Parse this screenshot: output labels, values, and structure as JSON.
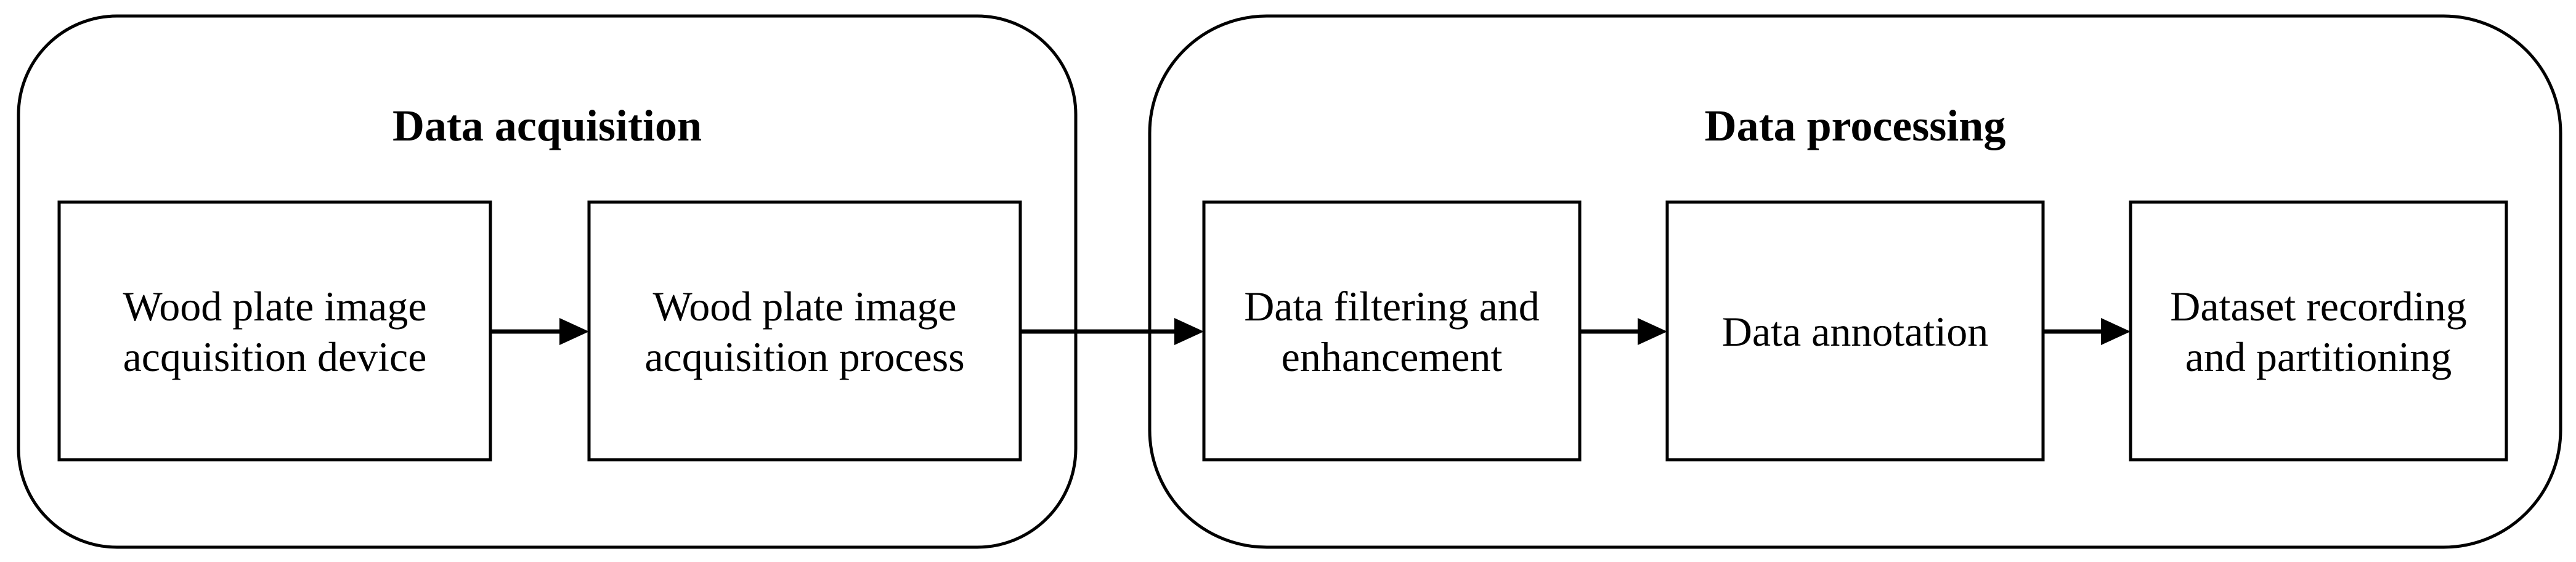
{
  "groups": {
    "acquisition": {
      "title": "Data acquisition",
      "steps": [
        {
          "line1": "Wood plate image",
          "line2": "acquisition device"
        },
        {
          "line1": "Wood plate image",
          "line2": "acquisition process"
        }
      ]
    },
    "processing": {
      "title": "Data processing",
      "steps": [
        {
          "line1": "Data filtering and",
          "line2": "enhancement"
        },
        {
          "line1": "Data annotation"
        },
        {
          "line1": "Dataset recording",
          "line2": "and partitioning"
        }
      ]
    }
  },
  "colors": {
    "stroke": "#000000",
    "background": "#ffffff"
  }
}
